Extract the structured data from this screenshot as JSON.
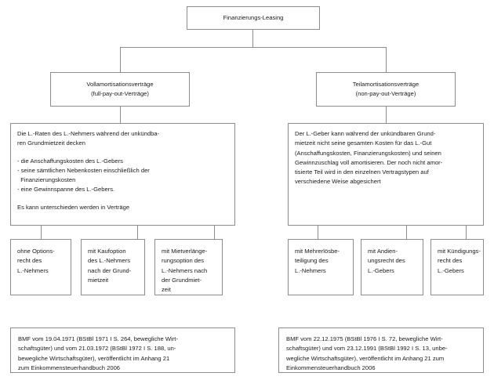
{
  "diagram": {
    "title": "Finanzierungs-Leasing",
    "root": {
      "label": "Finanzierungs-Leasing"
    },
    "branches": [
      {
        "id": "vollamortisation",
        "heading_line1": "Vollamortisationsverträge",
        "heading_line2": "(full-pay-out-Verträge)",
        "description_lines": [
          "Die L.-Raten des L.-Nehmers während der unkündba-",
          "ren Grundmietzeit decken",
          "",
          "- die Anschaffungskosten des L.-Gebers",
          "- seine sämtlichen Nebenkosten einschließlich der",
          "  Finanzierungskosten",
          "- eine Gewinnspanne des L.-Gebers.",
          "",
          "Es kann unterschieden werden in Verträge"
        ],
        "leaves": [
          {
            "id": "ohne-optionsrecht",
            "lines": [
              "ohne Options-",
              "recht des",
              "L.-Nehmers"
            ]
          },
          {
            "id": "mit-kaufoption",
            "lines": [
              "mit Kaufoption",
              "des L.-Nehmers",
              "nach der Grund-",
              "mietzeit"
            ]
          },
          {
            "id": "mit-mietverlaengerungsoption",
            "lines": [
              "mit Mietverlänge-",
              "rungsoption des",
              "L.-Nehmers nach",
              "der Grundmiet-",
              "zeit"
            ]
          }
        ],
        "footnote_lines": [
          "BMF vom 19.04.1971 (BStBl 1971 I S. 264, bewegliche Wirt-",
          "schaftsgüter) und vom 21.03.1972 (BStBl 1972 I S. 188, un-",
          "bewegliche Wirtschaftsgüter), veröffentlicht im Anhang 21",
          "zum Einkommensteuerhandbuch 2006"
        ]
      },
      {
        "id": "teilamortisation",
        "heading_line1": "Teilamortisationsverträge",
        "heading_line2": "(non-pay-out-Verträge)",
        "description_lines": [
          "Der L.-Geber kann während der unkündbaren Grund-",
          "mietzeit nicht seine gesamten Kosten für das L.-Gut",
          "(Anschaffungskosten, Finanzierungskosten) und seinen",
          "Gewinnzuschlag voll amortisieren. Der noch nicht amor-",
          "tisierte Teil wird in den einzelnen Vertragstypen auf",
          "verschiedene Weise abgesichert"
        ],
        "leaves": [
          {
            "id": "mit-mehrerloesbeteiligung",
            "lines": [
              "mit Mehrerlösbe-",
              "teiligung des",
              "L.-Nehmers"
            ]
          },
          {
            "id": "mit-andienungsrecht",
            "lines": [
              "mit Andien-",
              "ungsrecht des",
              "L.-Gebers"
            ]
          },
          {
            "id": "mit-kuendigungsrecht",
            "lines": [
              "mit Kündigungs-",
              "recht des",
              "L.-Gebers"
            ]
          }
        ],
        "footnote_lines": [
          "BMF vom 22.12.1975 (BStBl 1976 I S. 72, bewegliche Wirt-",
          "schaftsgüter) und vom 23.12.1991 (BStBl 1992 I S. 13, unbe-",
          "wegliche Wirtschaftsgüter), veröffentlicht im Anhang 21 zum",
          "Einkommensteuerhandbuch 2006"
        ]
      }
    ],
    "colors": {
      "border": "#8c8c8c",
      "text": "#1a1a1a",
      "background": "#ffffff",
      "connector": "#8c8c8c"
    }
  }
}
